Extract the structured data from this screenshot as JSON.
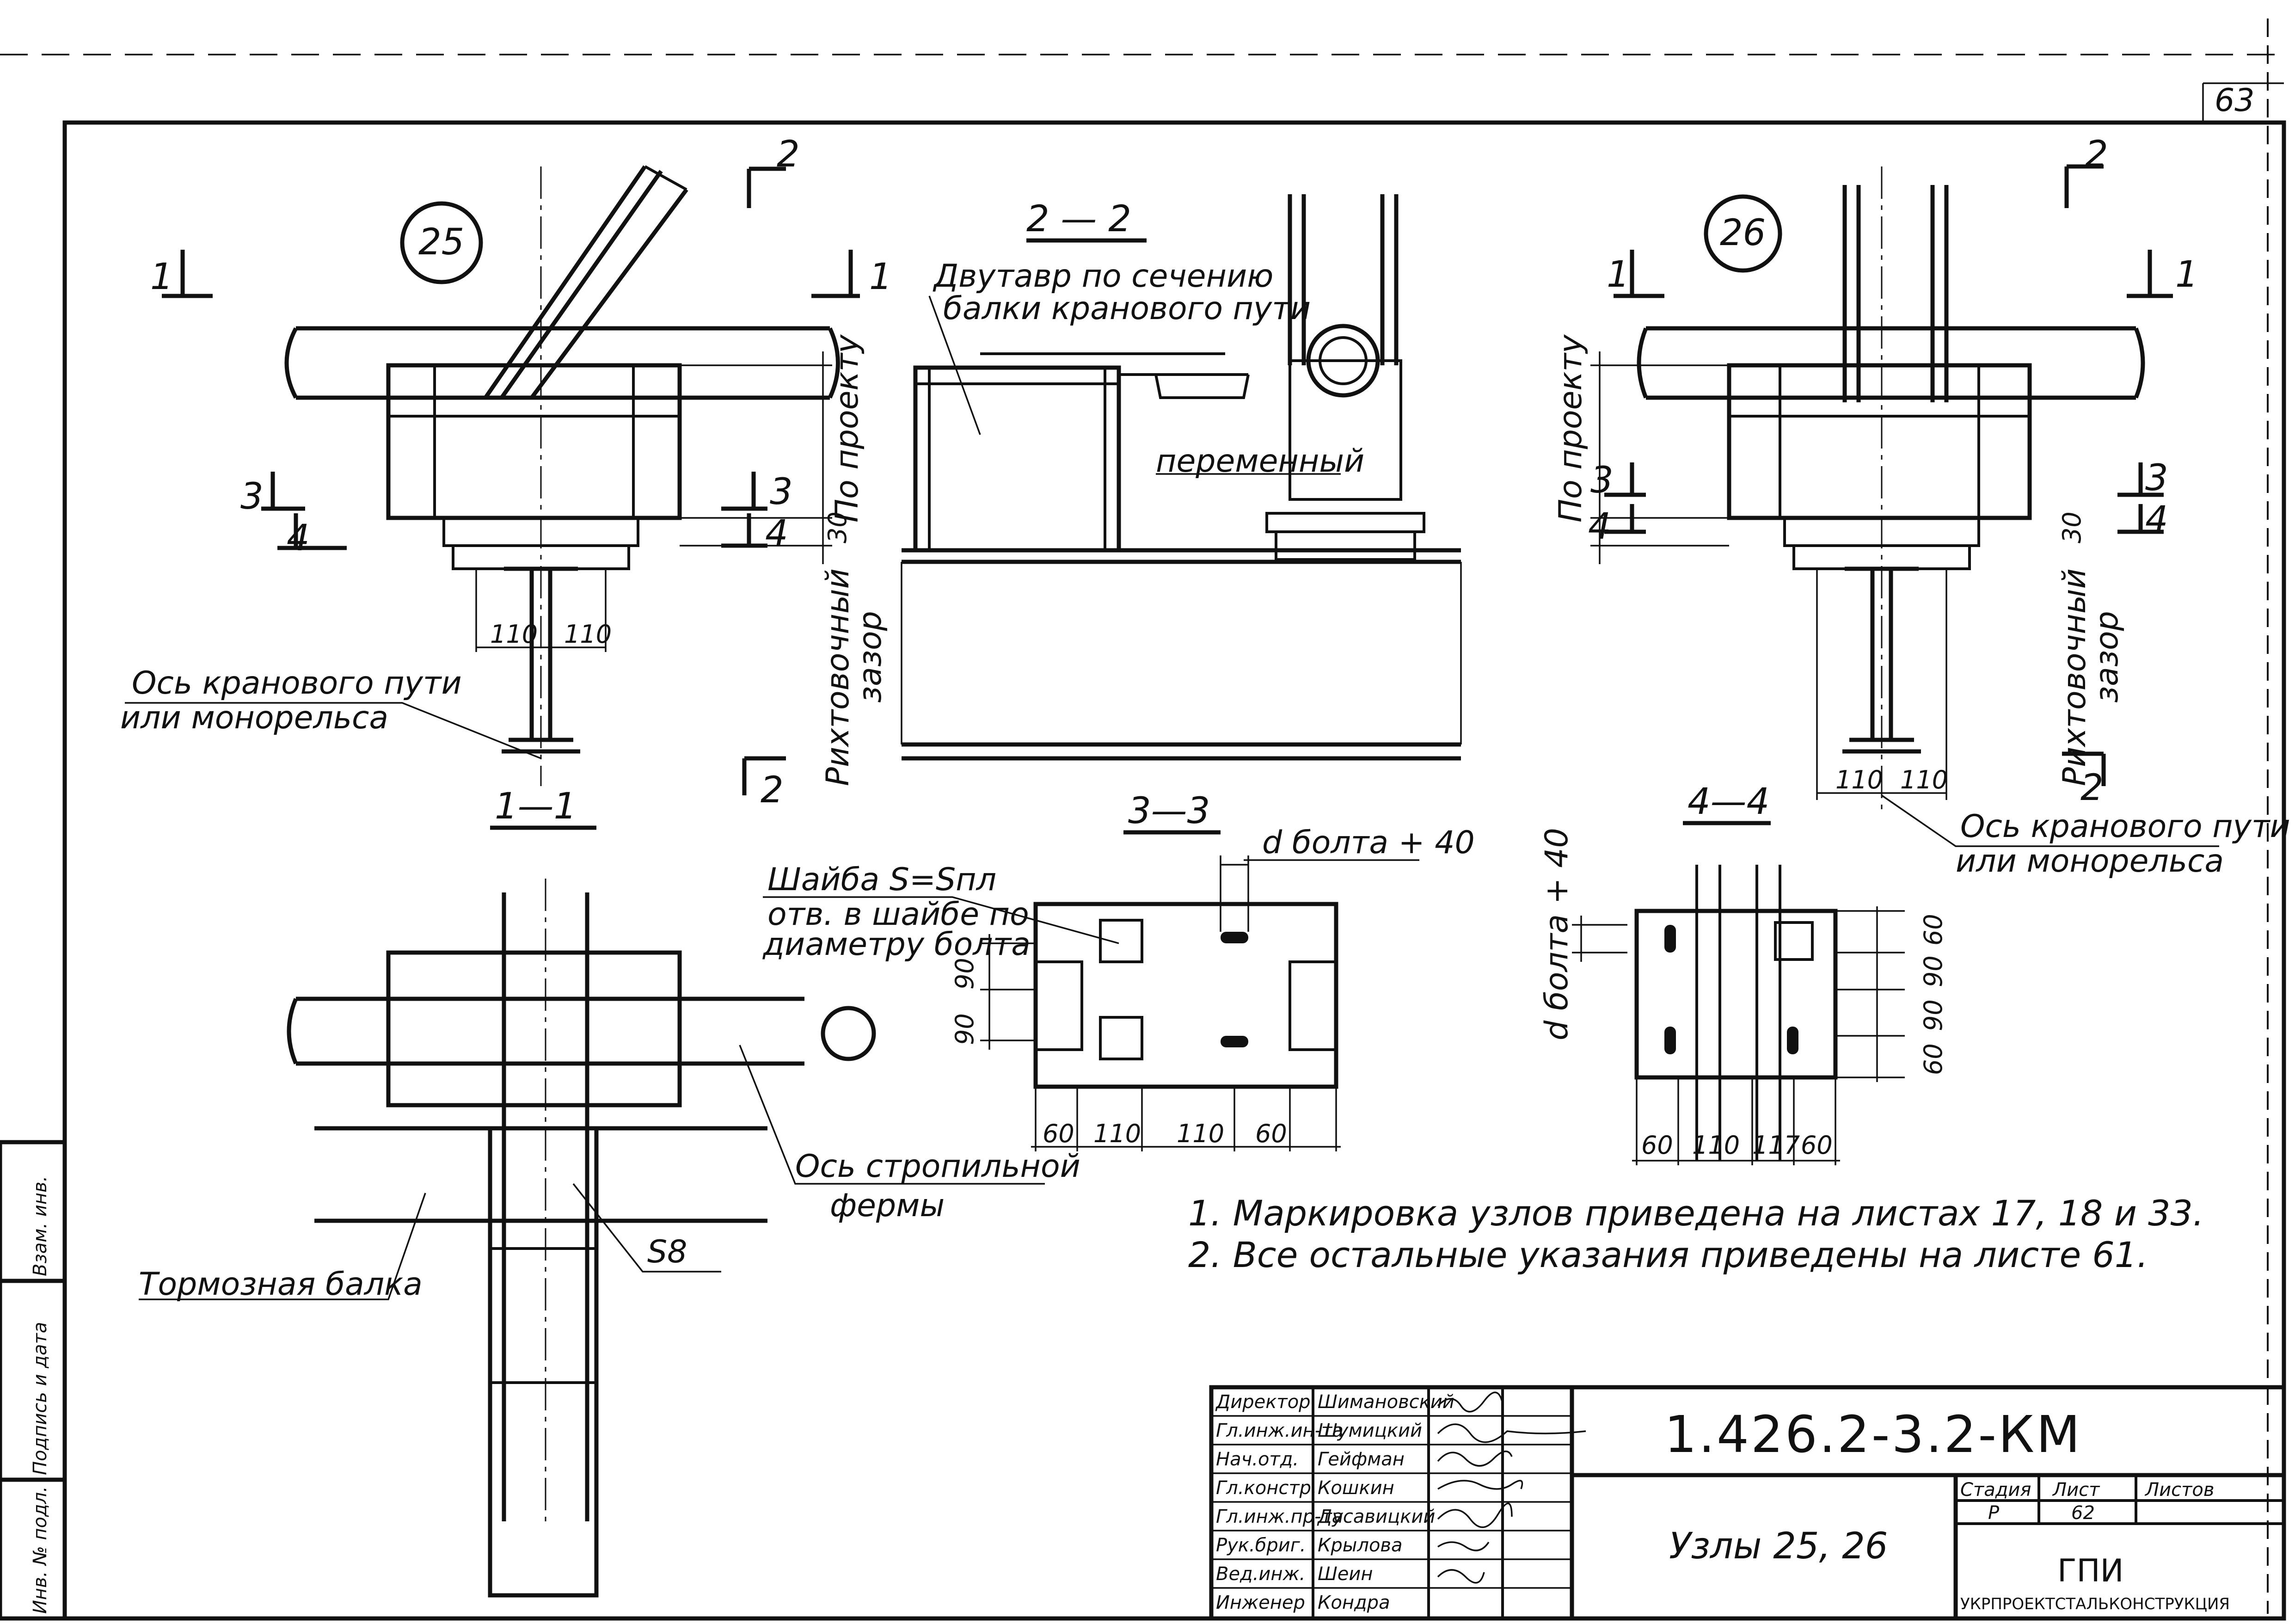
{
  "sheet": {
    "corner_mark": "63",
    "node_25": "25",
    "node_26": "26"
  },
  "sections": {
    "s11": "1—1",
    "s22": "2 — 2",
    "s33": "3—3",
    "s44": "4—4",
    "cut_1": "1",
    "cut_2": "2",
    "cut_3": "3",
    "cut_4": "4"
  },
  "labels": {
    "crane_axis_1": "Ось кранового пути",
    "crane_axis_2": "или   монорельса",
    "dvutavr_1": "Двутавр по сечению",
    "dvutavr_2": "балки кранового пути",
    "variable": "переменный",
    "po_proektu": "По проекту",
    "rikht_1": "Рихтовочный",
    "rikht_2": "зазор",
    "washer_1": "Шайба  S=Sпл",
    "washer_2": "отв. в шайбе по",
    "washer_3": "диаметру болта",
    "d_bolt": "d болта + 40",
    "truss_axis_1": "Ось стропильной",
    "truss_axis_2": "фермы",
    "brake_beam": "Тормозная  балка",
    "s8": "S8"
  },
  "dims": {
    "d30": "30",
    "d110": "110",
    "d90": "90",
    "d60": "60",
    "d117": "117"
  },
  "notes": {
    "n1": "1. Маркировка    узлов    приведена    на листах  17, 18 и 33.",
    "n2": "2. Все    остальные    указания    приведены    на   листе  61."
  },
  "side_stamp": {
    "f1": "Взам. инв.",
    "f2": "Подпись и дата",
    "f3": "Инв. № подл."
  },
  "title_block": {
    "code": "1.426.2-3.2-КМ",
    "title": "Узлы   25, 26",
    "stage_h": "Стадия",
    "sheet_h": "Лист",
    "sheets_h": "Листов",
    "stage": "Р",
    "sheet_no": "62",
    "org_1": "ГПИ",
    "org_2": "УКРПРОЕКТСТАЛЬКОНСТРУКЦИЯ",
    "roles": [
      "Директор",
      "Гл.инж.ин-та",
      "Нач.отд.",
      "Гл.констр.",
      "Гл.инж.пр-та",
      "Рук.бриг.",
      "Вед.инж.",
      "Инженер"
    ],
    "names": [
      "Шимановский",
      "Шумицкий",
      "Гейфман",
      "Кошкин",
      "Дусавицкий",
      "Крылова",
      "Шеин",
      "Кондра"
    ]
  }
}
